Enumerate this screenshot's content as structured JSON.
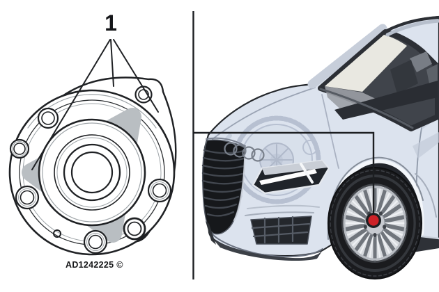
{
  "figure": {
    "callout_label": "1",
    "reference_code": "AD1242225 ©"
  },
  "panels": {
    "left": {
      "content": "wheel-hub-bearing-assembly-detail"
    },
    "right": {
      "content": "car-front-three-quarter-view",
      "marker": "front-wheel-hub-location"
    }
  },
  "colors": {
    "line_art": "#1f2124",
    "highlight_gray": "#b9bec2",
    "marker_red": "#cd2127",
    "car_body": "#dce3ee"
  }
}
